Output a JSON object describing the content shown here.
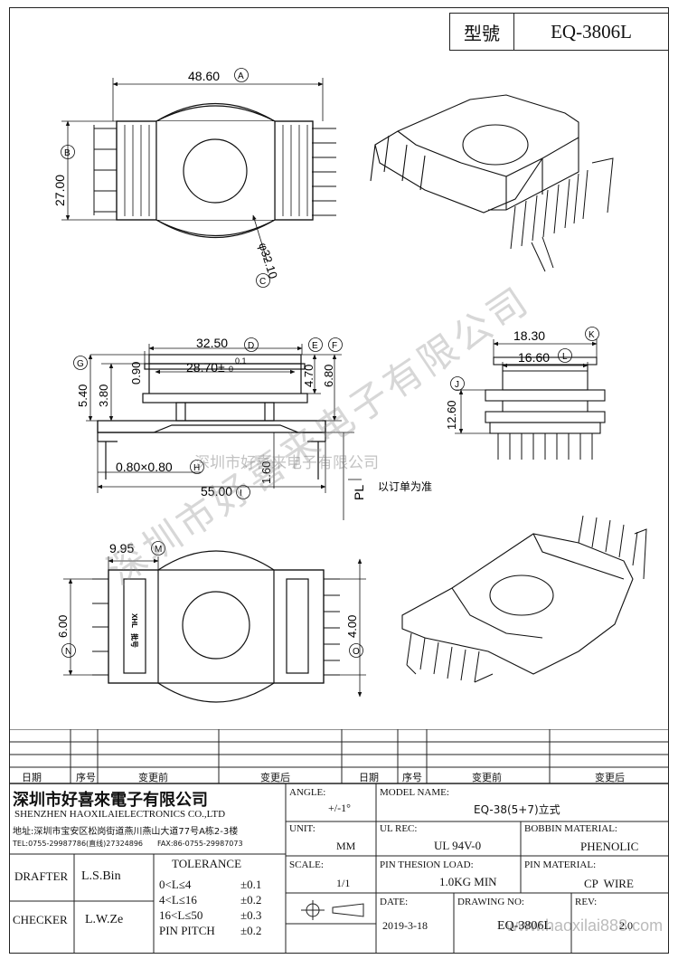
{
  "header": {
    "model_label": "型號",
    "model_value": "EQ-3806L"
  },
  "watermark": {
    "diagonal": "深圳市好喜来电子有限公司",
    "center": "深圳市好喜来电子有限公司",
    "url": "www.haoxilai888.com"
  },
  "dims": {
    "top_width": "48.60",
    "top_width_tag": "A",
    "top_height": "27.00",
    "top_height_tag": "B",
    "hole_dia": "φ32.10",
    "hole_dia_tag": "C",
    "side_d": "32.50",
    "side_d_tag": "D",
    "side_inner": "28.70±",
    "side_inner_tol_up": "0.1",
    "side_inner_tol_dn": "0",
    "side_e": "4.70",
    "side_e_tag": "E",
    "side_f": "6.80",
    "side_f_tag": "F",
    "side_g": "5.40",
    "side_g_tag": "G",
    "side_380": "3.80",
    "side_090": "0.90",
    "side_h": "0.80×0.80",
    "side_h_tag": "H",
    "side_160": "1.60",
    "side_i": "55.00",
    "side_i_tag": "I",
    "side_pl": "PL",
    "side_note": "以订单为准",
    "right_k": "18.30",
    "right_k_tag": "K",
    "right_l": "16.60",
    "right_l_tag": "L",
    "right_j": "12.60",
    "right_j_tag": "J",
    "bot_m": "9.95",
    "bot_m_tag": "M",
    "bot_n": "6.00",
    "bot_n_tag": "N",
    "bot_o": "4.00",
    "bot_o_tag": "O",
    "bot_mark1": "XHL",
    "bot_mark2": "批号"
  },
  "revision": {
    "date": "日期",
    "seq": "序号",
    "before": "变更前",
    "after": "变更后"
  },
  "company": {
    "name_cn": "深圳市好喜來電子有限公司",
    "name_en": "SHENZHEN HAOXILAIELECTRONICS CO.,LTD",
    "address": "地址:深圳市宝安区松岗街道燕川燕山大道77号A栋2-3楼",
    "contact": "TEL:0755-29987786(直线)27324896　　FAX:86-0755-29987073"
  },
  "people": {
    "drafter_label": "DRAFTER",
    "drafter": "L.S.Bin",
    "checker_label": "CHECKER",
    "checker": "L.W.Ze"
  },
  "tolerance": {
    "title": "TOLERANCE",
    "rows": [
      {
        "range": "0<L≤4",
        "tol": "±0.1"
      },
      {
        "range": "4<L≤16",
        "tol": "±0.2"
      },
      {
        "range": "16<L≤50",
        "tol": "±0.3"
      },
      {
        "range": "PIN PITCH",
        "tol": "±0.2"
      }
    ]
  },
  "specs": {
    "angle_label": "ANGLE:",
    "angle": "+/-1°",
    "unit_label": "UNIT:",
    "unit": "MM",
    "scale_label": "SCALE:",
    "scale": "1/1",
    "model_name_label": "MODEL NAME:",
    "model_name": "EQ-38(5+7)立式",
    "ul_label": "UL REC:",
    "ul": "UL 94V-0",
    "pin_load_label": "PIN THESION LOAD:",
    "pin_load": "1.0KG MIN",
    "date_label": "DATE:",
    "date": "2019-3-18",
    "bobbin_label": "BOBBIN MATERIAL:",
    "bobbin": "PHENOLIC",
    "pin_mat_label": "PIN MATERIAL:",
    "pin_mat": "CP  WIRE",
    "drawing_no_label": "DRAWING NO:",
    "drawing_no": "EQ-3806L",
    "rev_label": "REV:",
    "rev": "2.0"
  }
}
